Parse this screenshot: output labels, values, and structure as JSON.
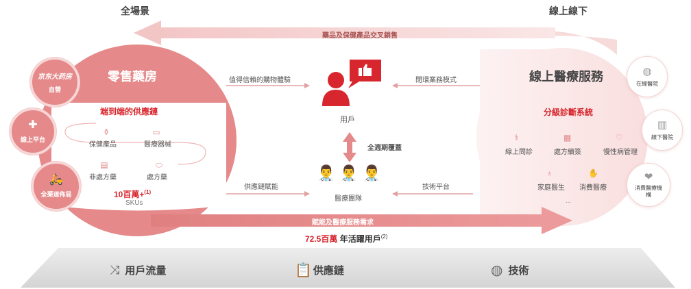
{
  "headers": {
    "left": "全場景",
    "right": "線上線下"
  },
  "top_band": {
    "label": "藥品及保健產品交叉銷售"
  },
  "bottom_band": {
    "label": "賦能及醫療服務需求"
  },
  "left_panel": {
    "title": "零售藥房",
    "section_title": "端到端的供應鏈",
    "items": [
      "保健產品",
      "醫療器械",
      "非處方藥",
      "處方藥"
    ],
    "stat_value": "10百萬+",
    "stat_sup": "(1)",
    "stat_unit": "SKUs"
  },
  "left_bubbles": [
    {
      "logo": "京东大药房",
      "label": "自營"
    },
    {
      "label": "線上平台"
    },
    {
      "label": "全渠道佈局"
    }
  ],
  "center": {
    "user_label": "用戶",
    "lifecycle_label": "全週期覆蓋",
    "team_label": "醫療團隊",
    "arrow_top_left": "值得信賴的購物體驗",
    "arrow_top_right": "閉環業務模式",
    "arrow_bottom_left": "供應鏈賦能",
    "arrow_bottom_right": "技術平台"
  },
  "right_panel": {
    "title": "線上醫療服務",
    "section_title": "分級診斷系統",
    "services": [
      "線上問診",
      "處方續簽",
      "慢性病管理",
      "家庭醫生",
      "消費醫療"
    ],
    "ellipsis": "..."
  },
  "right_bubbles": [
    {
      "label": "在線醫院"
    },
    {
      "label": "線下醫院"
    },
    {
      "label": "消費醫療機構"
    }
  ],
  "stats_bottom": {
    "value": "72.5百萬",
    "text": "年活躍用戶",
    "sup": "(2)"
  },
  "footer": {
    "items": [
      {
        "label": "用戶流量",
        "icon": "shuffle-icon"
      },
      {
        "label": "供應鏈",
        "icon": "clipboard-icon"
      },
      {
        "label": "技術",
        "icon": "globe-icon"
      }
    ]
  },
  "colors": {
    "accent_red": "#d7262d",
    "pink_main": "#e5898a",
    "pink_light": "#f6d3d3",
    "pink_pale": "#fbe9e9"
  }
}
